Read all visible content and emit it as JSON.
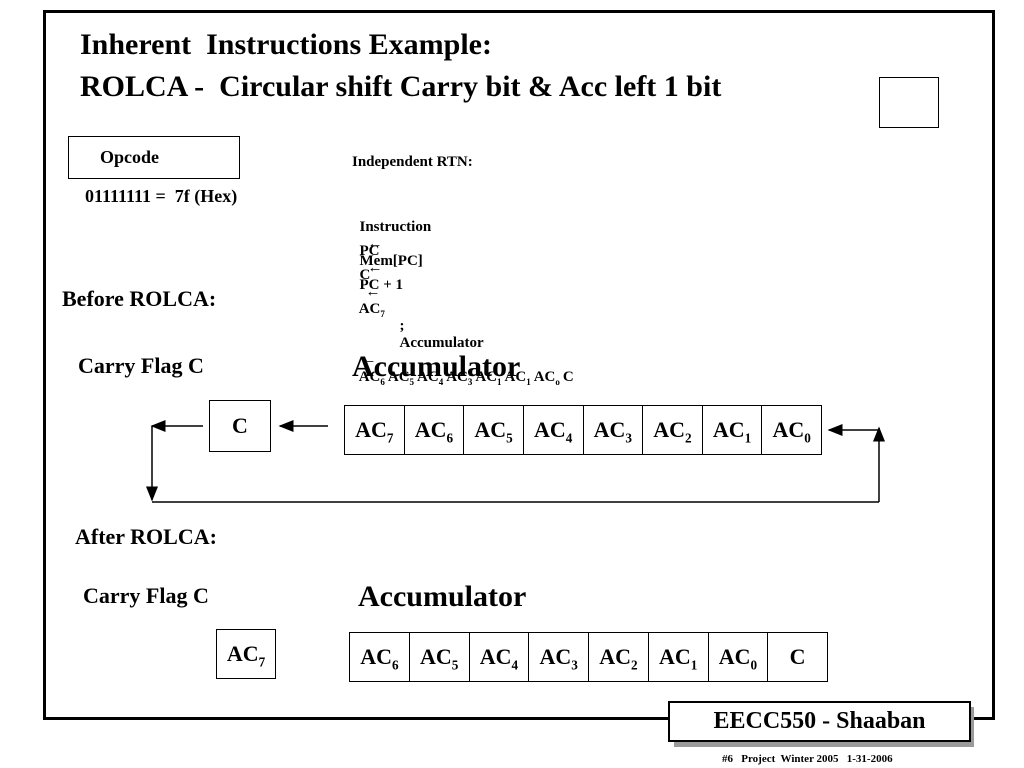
{
  "title_line1": "Inherent  Instructions Example:",
  "title_line2": "ROLCA -  Circular shift Carry bit & Acc left 1 bit",
  "opcode": {
    "label": "Opcode",
    "value": "01111111 =  7f (Hex)"
  },
  "rtn": {
    "heading": "Independent RTN:",
    "line1_left": "Instruction",
    "line1_right": "Mem[PC]",
    "line2_left": "PC",
    "line2_right": "PC + 1",
    "line3_c": "C",
    "line3_ac": "AC",
    "line3_ac_sub": "7",
    "line3_sep": ";",
    "line3_acc": "Accumulator",
    "line3_terms": [
      {
        "b": "AC",
        "s": "6"
      },
      {
        "b": "AC",
        "s": "5"
      },
      {
        "b": "AC",
        "s": "4"
      },
      {
        "b": "AC",
        "s": "3"
      },
      {
        "b": "AC",
        "s": "1"
      },
      {
        "b": "AC",
        "s": "1"
      },
      {
        "b": "AC",
        "s": "o"
      },
      {
        "b": "C",
        "s": ""
      }
    ],
    "arrow": "←"
  },
  "before": {
    "heading": "Before ROLCA:",
    "carry_label": "Carry Flag C",
    "acc_label": "Accumulator",
    "carry_value": "C",
    "cells": [
      {
        "b": "AC",
        "s": "7"
      },
      {
        "b": "AC",
        "s": "6"
      },
      {
        "b": "AC",
        "s": "5"
      },
      {
        "b": "AC",
        "s": "4"
      },
      {
        "b": "AC",
        "s": "3"
      },
      {
        "b": "AC",
        "s": "2"
      },
      {
        "b": "AC",
        "s": "1"
      },
      {
        "b": "AC",
        "s": "0"
      }
    ]
  },
  "after": {
    "heading": "After ROLCA:",
    "carry_label": "Carry Flag C",
    "acc_label": "Accumulator",
    "carry_value": {
      "b": "AC",
      "s": "7"
    },
    "cells": [
      {
        "b": "AC",
        "s": "6"
      },
      {
        "b": "AC",
        "s": "5"
      },
      {
        "b": "AC",
        "s": "4"
      },
      {
        "b": "AC",
        "s": "3"
      },
      {
        "b": "AC",
        "s": "2"
      },
      {
        "b": "AC",
        "s": "1"
      },
      {
        "b": "AC",
        "s": "0"
      },
      {
        "b": "C",
        "s": ""
      }
    ]
  },
  "footer": "EECC550 - Shaaban",
  "footnote": "#6   Project  Winter 2005   1-31-2006"
}
